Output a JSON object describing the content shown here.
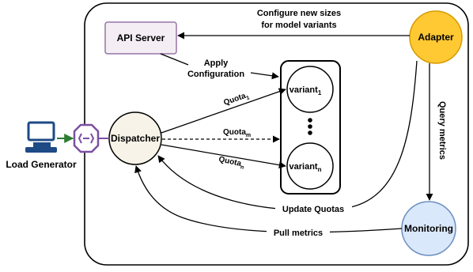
{
  "nodes": {
    "api_server": "API Server",
    "adapter": "Adapter",
    "dispatcher": "Dispatcher",
    "monitoring": "Monitoring",
    "load_generator": "Load Generator",
    "variant_1": {
      "base": "variant",
      "sub": "1"
    },
    "variant_n": {
      "base": "variant",
      "sub": "n"
    }
  },
  "edges": {
    "configure_line1": "Configure new sizes",
    "configure_line2": "for model variants",
    "apply_line1": "Apply",
    "apply_line2": "Configuration",
    "quota_1": {
      "base": "Quota",
      "sub": "1"
    },
    "quota_m": {
      "base": "Quota",
      "sub": "m"
    },
    "quota_n": {
      "base": "Quota",
      "sub": "n"
    },
    "query_metrics": "Query metrics",
    "update_quotas": "Update Quotas",
    "pull_metrics": "Pull metrics"
  },
  "colors": {
    "api_server_fill": "#f4eef4",
    "api_server_stroke": "#9673a6",
    "adapter_fill": "#ffc933",
    "adapter_stroke": "#d79b00",
    "node_fill": "#f7f3e8",
    "monitoring_fill": "#dae8fc",
    "monitoring_stroke": "#6c8ebf",
    "gateway": "#7b4fa3",
    "arrow_green": "#2e7d32",
    "laptop_blue": "#1e4a86"
  },
  "icons": [
    "laptop-icon",
    "gateway-icon"
  ]
}
